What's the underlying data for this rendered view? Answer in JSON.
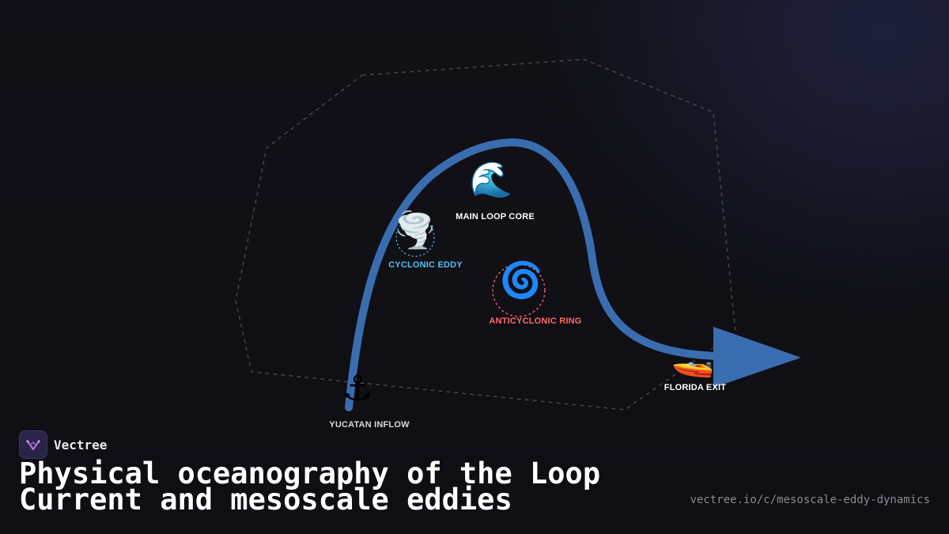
{
  "diagram": {
    "nodes": [
      {
        "id": "main-loop-core",
        "label": "MAIN LOOP CORE",
        "icon": "water-wave-icon",
        "glyph": "🌊",
        "color": "#ffffff"
      },
      {
        "id": "cyclonic-eddy",
        "label": "CYCLONIC EDDY",
        "icon": "tornado-icon",
        "glyph": "🌪️",
        "color": "#4fc3f7"
      },
      {
        "id": "anticyclonic-ring",
        "label": "ANTICYCLONIC RING",
        "icon": "cyclone-icon",
        "glyph": "🌀",
        "color": "#ff6b6b"
      },
      {
        "id": "yucatan-inflow",
        "label": "YUCATAN INFLOW",
        "icon": "anchor-icon",
        "glyph": "⚓",
        "color": "#d8d8de"
      },
      {
        "id": "florida-exit",
        "label": "FLORIDA EXIT",
        "icon": "speedboat-icon",
        "glyph": "🚤",
        "color": "#ffffff"
      }
    ],
    "flow_color": "#3a6db0"
  },
  "brand": {
    "name": "Vectree",
    "logo_icon": "vectree-logo-icon"
  },
  "title": {
    "line1": "Physical oceanography of the Loop",
    "line2": "Current and mesoscale eddies"
  },
  "url": "vectree.io/c/mesoscale-eddy-dynamics"
}
